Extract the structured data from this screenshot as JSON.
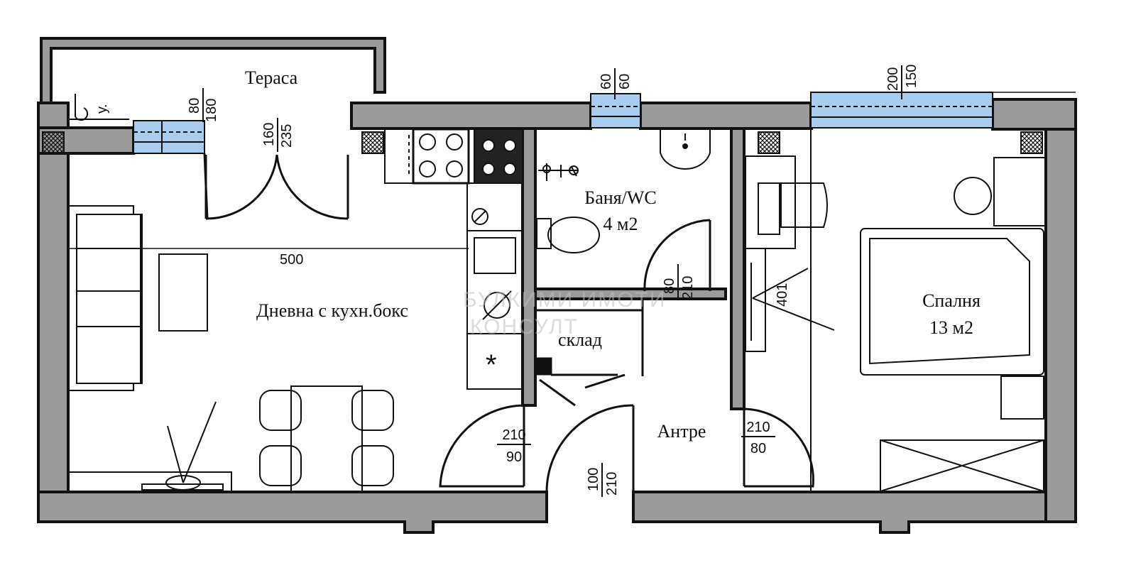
{
  "rooms": {
    "terrace": "Тераса",
    "bathroom": "Баня/WC",
    "bathroom_area": "4 м2",
    "living": "Дневна с кухн.бокс",
    "storage": "склад",
    "hall": "Антре",
    "bedroom": "Спалня",
    "bedroom_area": "13 м2"
  },
  "dimensions": {
    "terrace_window_top": "80",
    "terrace_window_bottom": "180",
    "terrace_door_top": "160",
    "terrace_door_bottom": "235",
    "bath_window_top": "60",
    "bath_window_bottom": "60",
    "bed_window_top": "200",
    "bed_window_bottom": "150",
    "living_length": "500",
    "bath_door_top": "80",
    "bath_door_bottom": "210",
    "bedroom_width": "401",
    "kitchen_door_top": "210",
    "kitchen_door_bottom": "90",
    "bedroom_door_top": "210",
    "bedroom_door_bottom": "80",
    "entrance_door_top": "100",
    "entrance_door_bottom": "210"
  },
  "marks": {
    "stove_star": "*",
    "drain_label": "у."
  },
  "watermark": {
    "line1": "БУЛКИМИ ИМОТИ",
    "line2": "КОНСУЛТ"
  },
  "colors": {
    "wall": "#9b9b9b",
    "window_glass": "#a9cdee",
    "outline": "#111111"
  }
}
